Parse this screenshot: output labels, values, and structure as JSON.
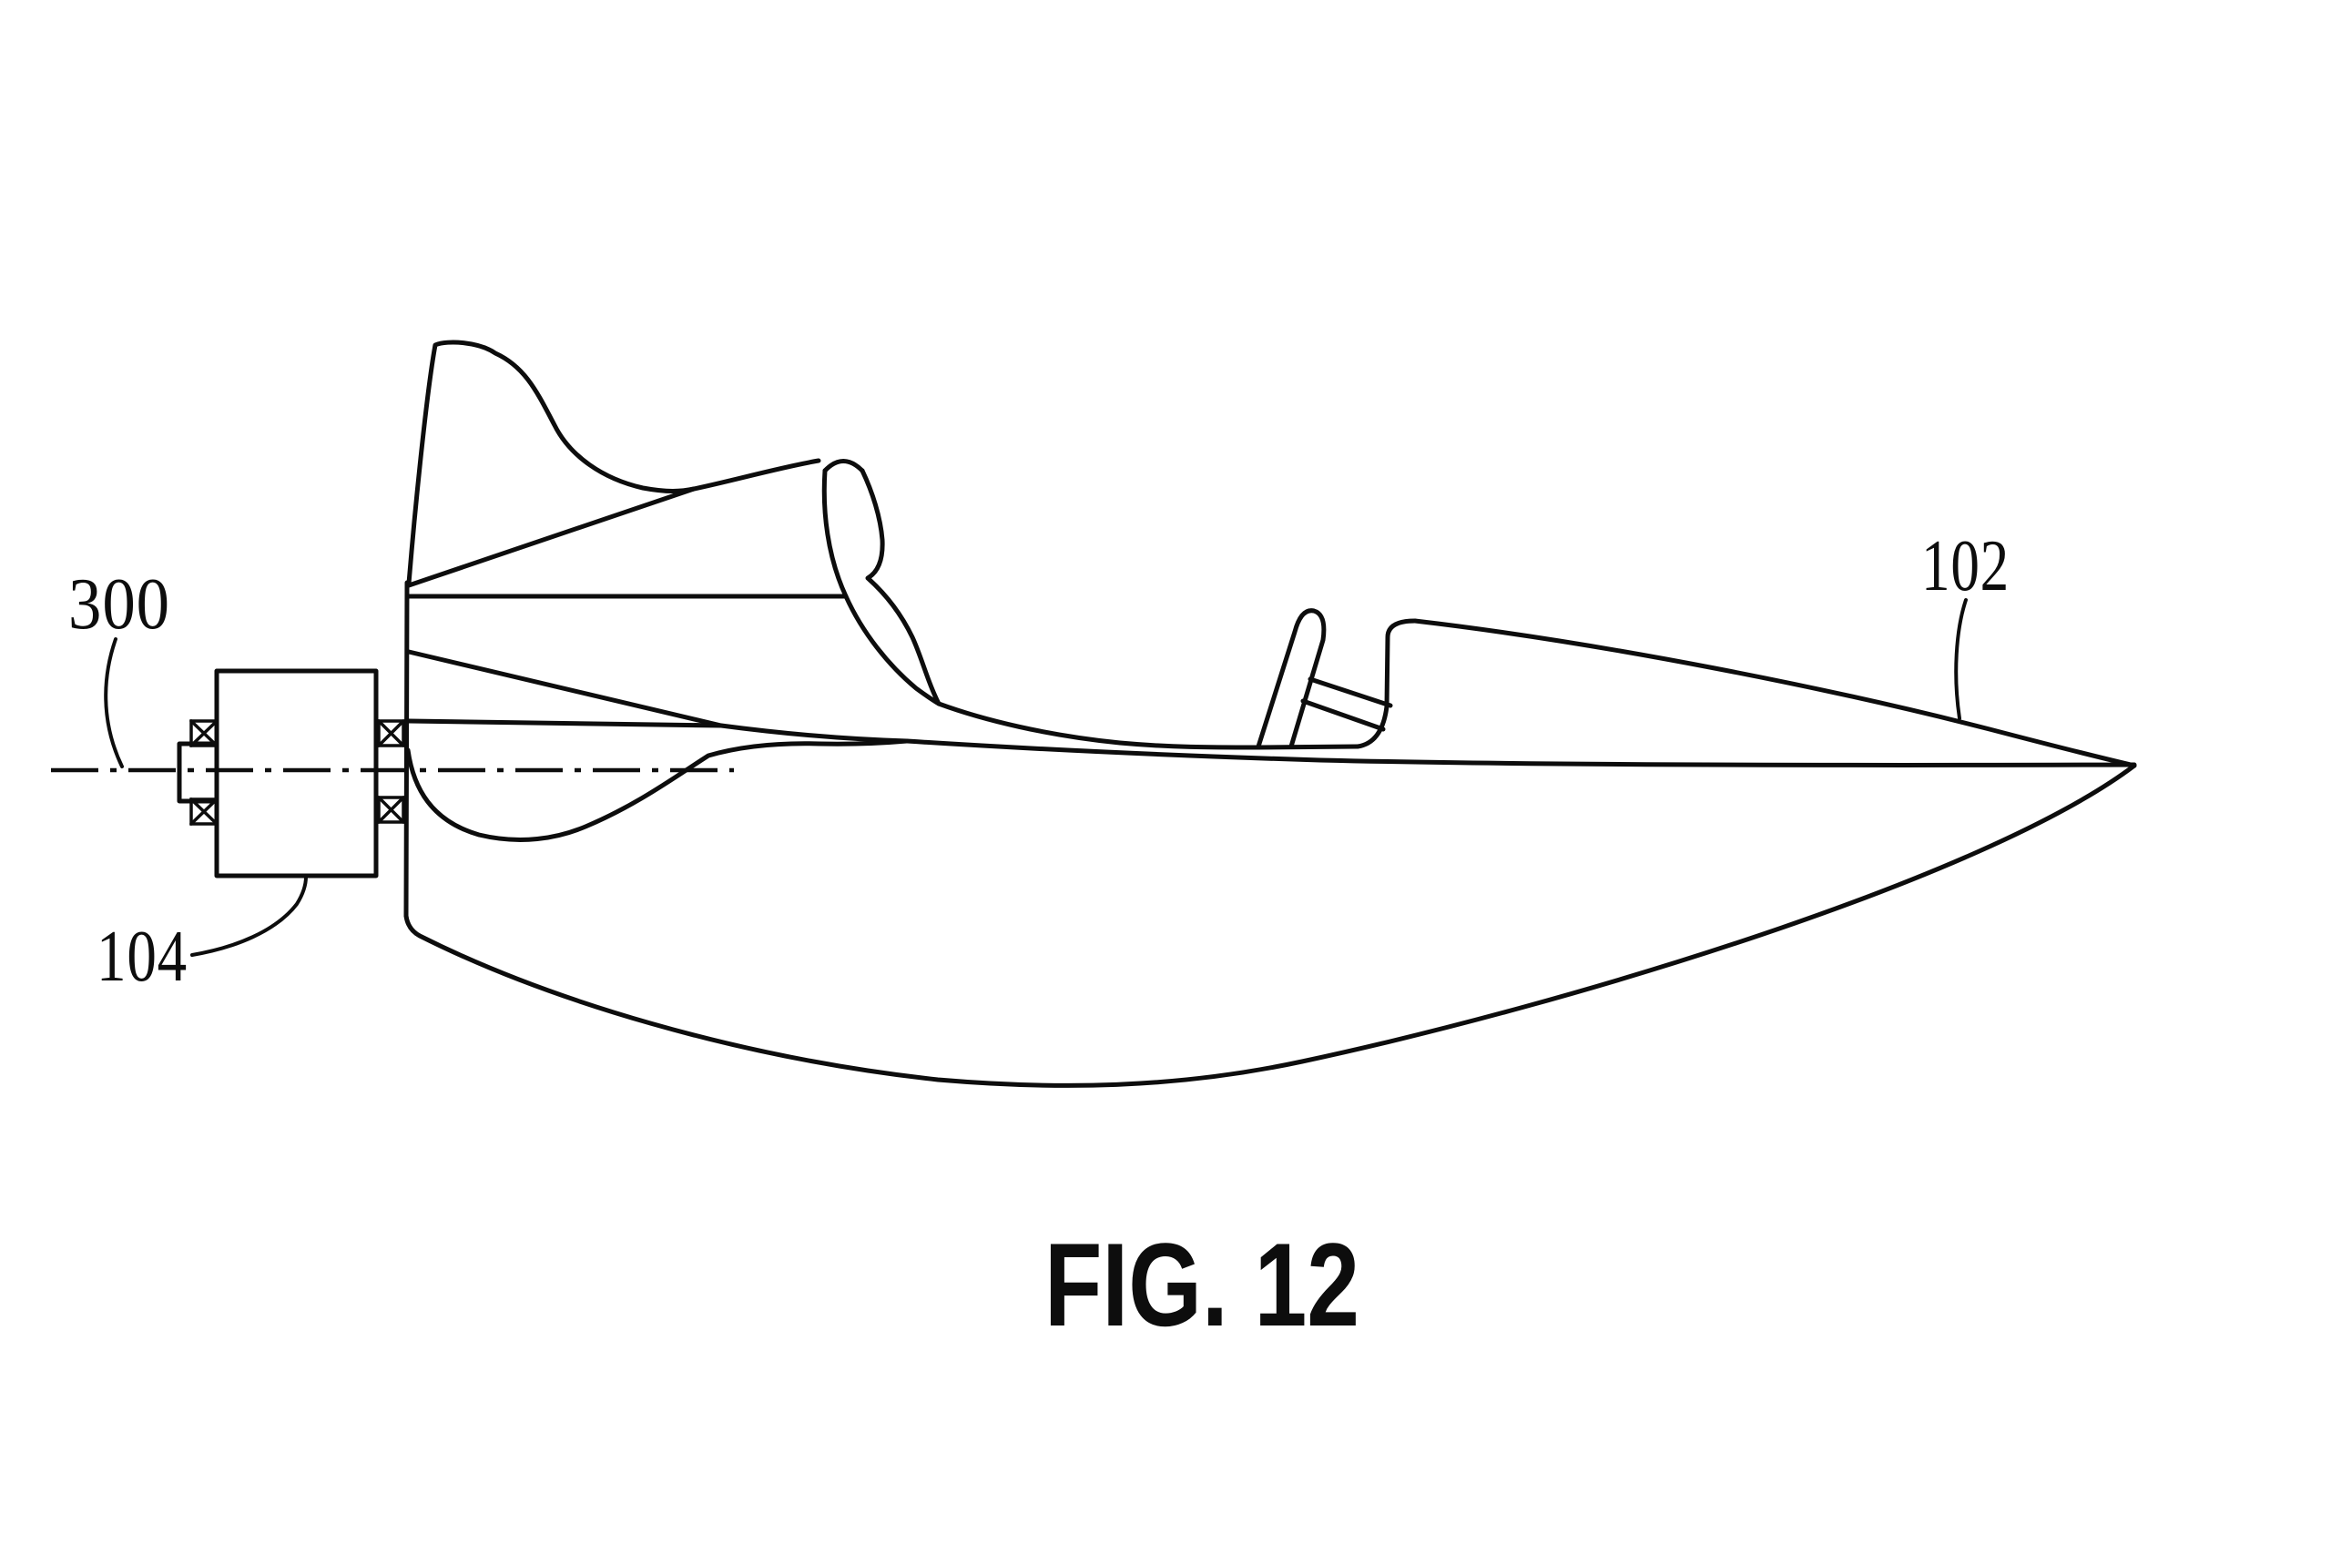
{
  "figure": {
    "caption": "FIG. 12",
    "reference_numerals": [
      {
        "value": "300"
      },
      {
        "value": "104"
      },
      {
        "value": "102"
      }
    ],
    "colors": {
      "ink": "#0d0d0d",
      "paper": "#ffffff"
    }
  }
}
